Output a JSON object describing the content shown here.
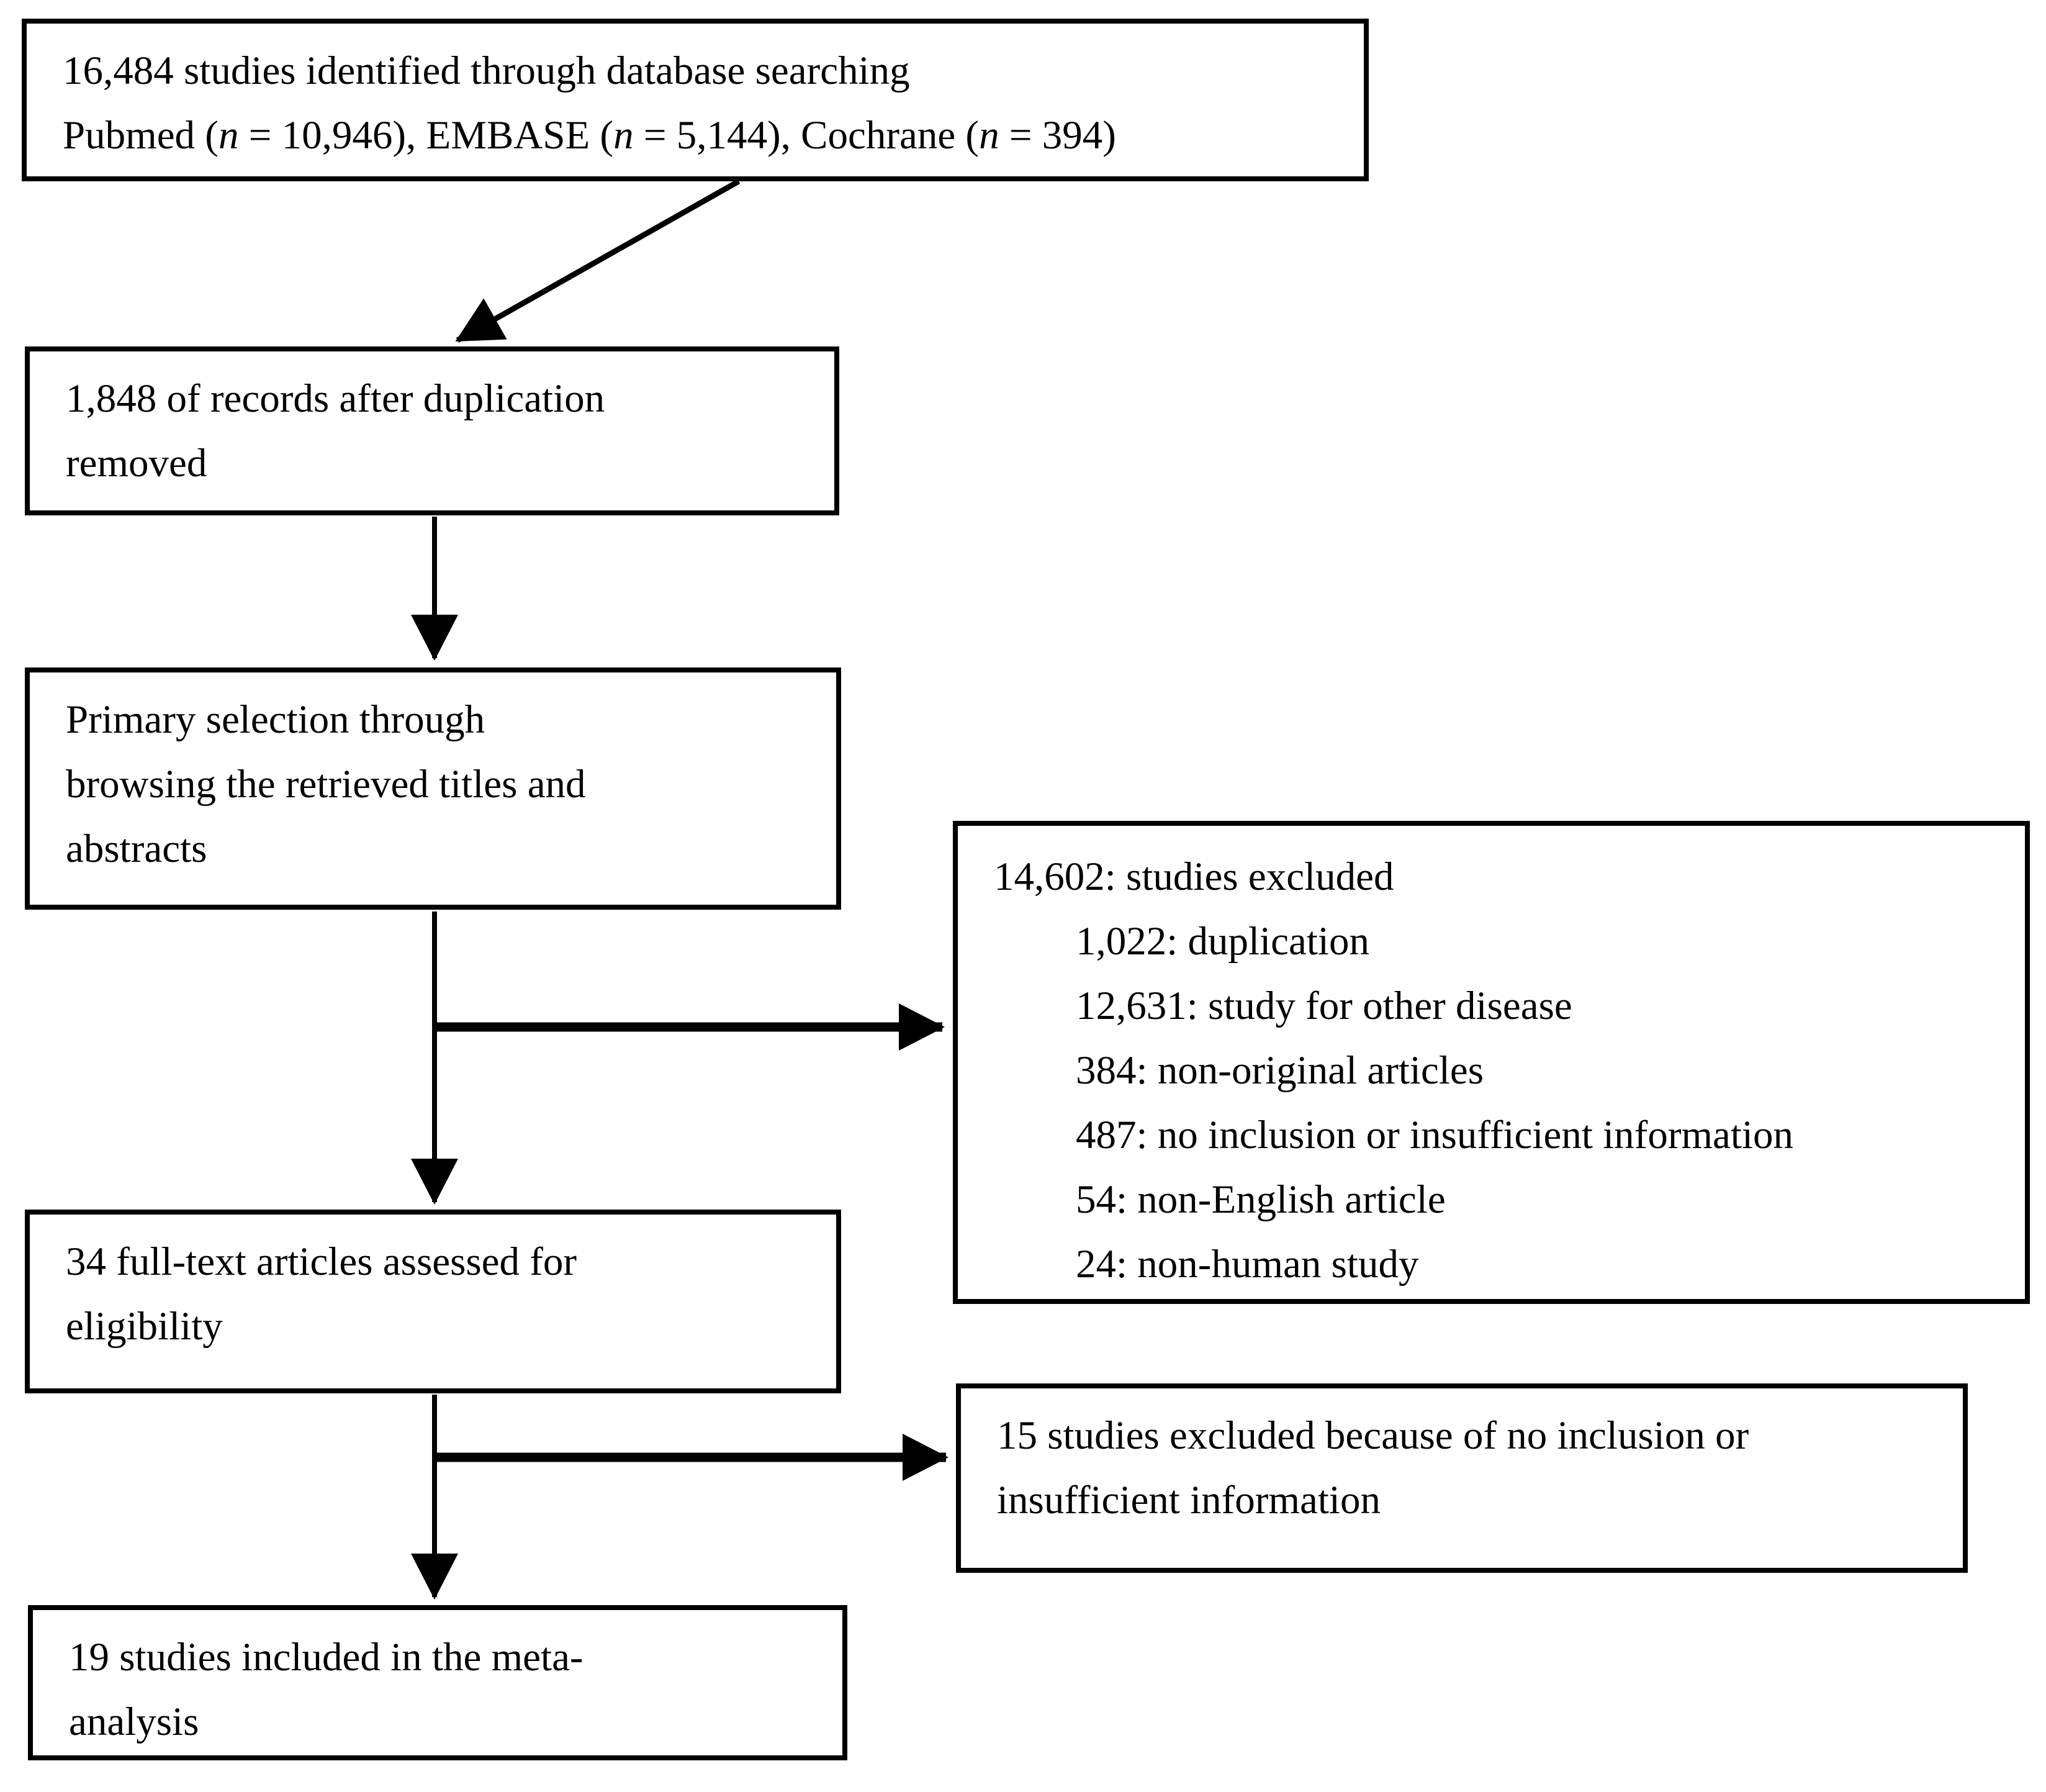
{
  "figure": {
    "type": "prisma-flow-diagram",
    "colors": {
      "background": "#ffffff",
      "box_border": "#000000",
      "text": "#000000",
      "arrow": "#000000"
    }
  },
  "boxes": [
    {
      "id": "studies-identified",
      "lines": [
        {
          "segments": [
            {
              "t": "16,484 studies identified through database searching"
            }
          ]
        },
        {
          "segments": [
            {
              "t": "Pubmed ("
            },
            {
              "t": "n",
              "i": true
            },
            {
              "t": " = 10,946), EMBASE ("
            },
            {
              "t": "n",
              "i": true
            },
            {
              "t": " = 5,144), Cochrane ("
            },
            {
              "t": "n",
              "i": true
            },
            {
              "t": " = 394)"
            }
          ]
        }
      ]
    },
    {
      "id": "records-after-duplication",
      "lines": [
        {
          "segments": [
            {
              "t": "1,848 of records after duplication"
            }
          ]
        },
        {
          "segments": [
            {
              "t": "removed"
            }
          ]
        }
      ]
    },
    {
      "id": "primary-selection",
      "lines": [
        {
          "segments": [
            {
              "t": "Primary selection through"
            }
          ]
        },
        {
          "segments": [
            {
              "t": "browsing the retrieved titles and"
            }
          ]
        },
        {
          "segments": [
            {
              "t": "abstracts"
            }
          ]
        }
      ]
    },
    {
      "id": "fulltext-assessed",
      "lines": [
        {
          "segments": [
            {
              "t": "34 full-text articles assessed for"
            }
          ]
        },
        {
          "segments": [
            {
              "t": "eligibility"
            }
          ]
        }
      ]
    },
    {
      "id": "included-meta-analysis",
      "lines": [
        {
          "segments": [
            {
              "t": "19 studies included in the meta-"
            }
          ]
        },
        {
          "segments": [
            {
              "t": "analysis"
            }
          ]
        }
      ]
    },
    {
      "id": "excluded-primary",
      "lines": [
        {
          "segments": [
            {
              "t": "14,602: studies excluded"
            }
          ]
        },
        {
          "segments": [
            {
              "t": "1,022: duplication"
            }
          ],
          "indent": true
        },
        {
          "segments": [
            {
              "t": "12,631: study for other disease"
            }
          ],
          "indent": true
        },
        {
          "segments": [
            {
              "t": "384: non-original articles"
            }
          ],
          "indent": true
        },
        {
          "segments": [
            {
              "t": "487: no inclusion or insufficient information"
            }
          ],
          "indent": true
        },
        {
          "segments": [
            {
              "t": "54: non-English article"
            }
          ],
          "indent": true
        },
        {
          "segments": [
            {
              "t": "24: non-human study"
            }
          ],
          "indent": true
        }
      ]
    },
    {
      "id": "excluded-fulltext",
      "lines": [
        {
          "segments": [
            {
              "t": "15 studies excluded because of no inclusion or"
            }
          ]
        },
        {
          "segments": [
            {
              "t": "insufficient information"
            }
          ]
        }
      ]
    }
  ]
}
